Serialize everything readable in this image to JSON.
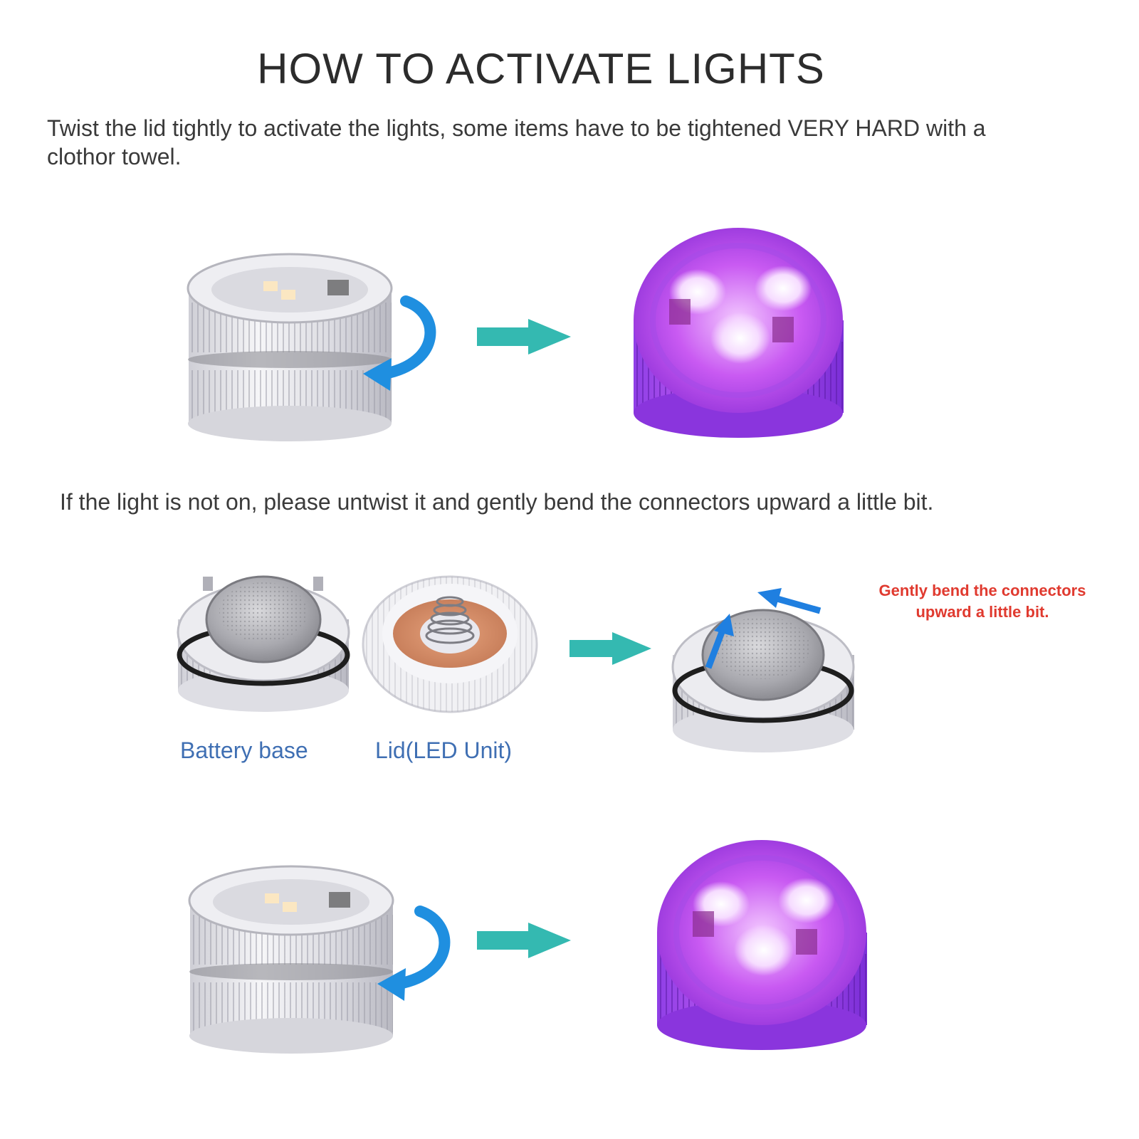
{
  "title": "HOW TO ACTIVATE LIGHTS",
  "instructions": {
    "step1": "Twist the lid tightly to activate the lights, some items have to be tightened VERY HARD with a clothor towel.",
    "step2": "If the light is not on, please untwist it and gently bend the connectors upward a little bit."
  },
  "captions": {
    "battery_base": "Battery base",
    "lid": "Lid(LED Unit)"
  },
  "note": {
    "line1": "Gently bend the connectors",
    "line2": "upward a little bit."
  },
  "colors": {
    "title": "#2c2c2c",
    "text": "#3a3a3a",
    "caption": "#3f6fb3",
    "note": "#e03a2f",
    "step_arrow": "#34b9b1",
    "rotate_arrow": "#1f8fe0",
    "light_purple": "#b13ff0"
  },
  "icons": [
    "rotate-arrow-icon",
    "right-arrow-icon",
    "bend-arrow-icon"
  ]
}
